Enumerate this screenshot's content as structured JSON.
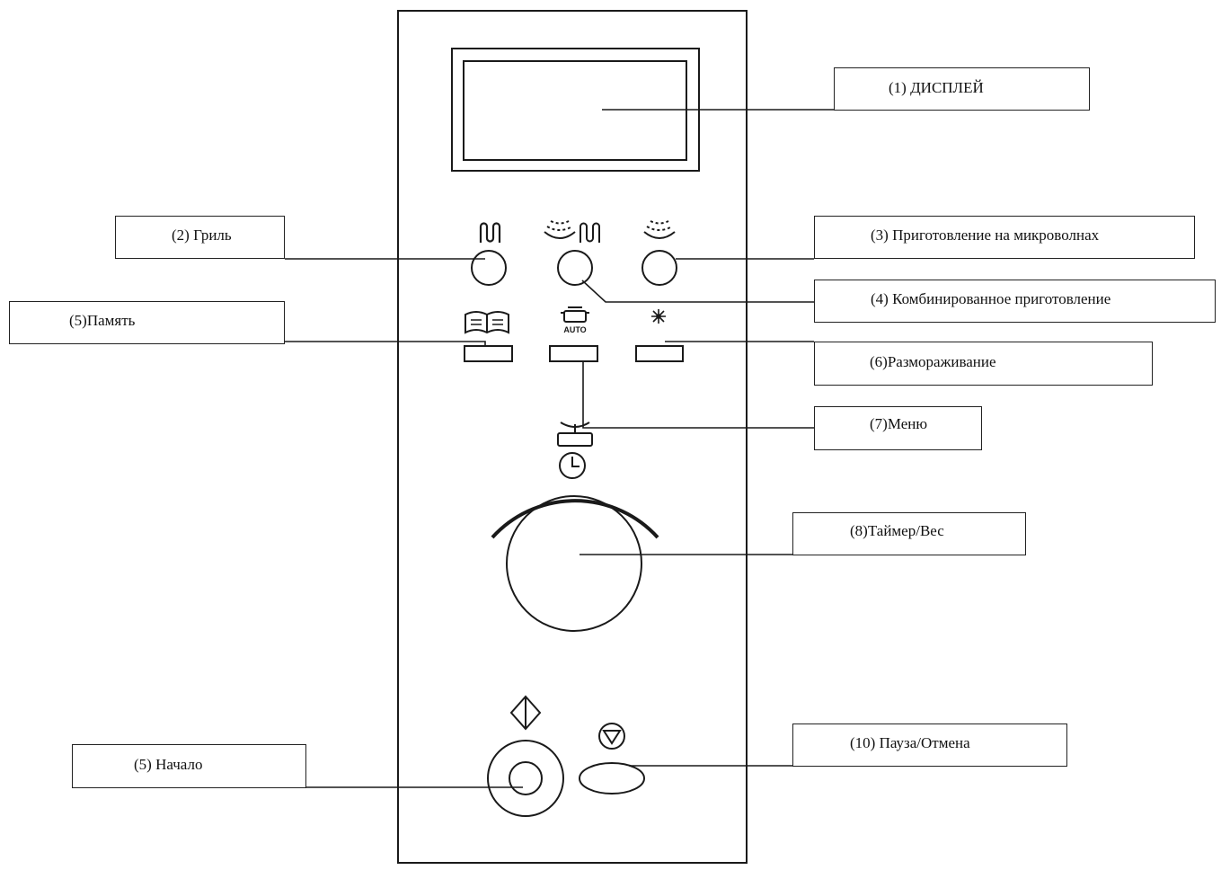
{
  "labels": {
    "display": "(1)  ДИСПЛЕЙ",
    "grill": "(2)     Гриль",
    "microwave": "(3)     Приготовление на микроволнах",
    "combi": "(4)  Комбинированное приготовление",
    "memory": "(5)Память",
    "defrost": "(6)Размораживание",
    "menu": "(7)Меню",
    "timer_weight": "(8)Таймер/Вес",
    "start": "(5)  Начало",
    "pause_cancel": "(10) Пауза/Отмена"
  },
  "icons": {
    "grill": "grill-heating-element-icon",
    "combi": "microwave-grill-combination-icon",
    "microwave": "microwave-waves-icon",
    "memory": "open-book-icon",
    "auto_menu": "auto-pot-icon",
    "auto_menu_text": "AUTO",
    "defrost": "snowflake-defrost-icon",
    "weight": "scale-icon",
    "timer": "clock-icon",
    "start": "start-diamond-icon",
    "stop": "stop-triangle-icon"
  }
}
